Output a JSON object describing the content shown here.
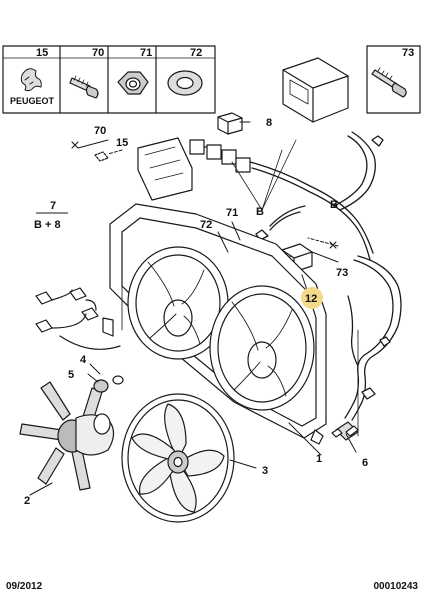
{
  "header_table": {
    "col_numbers": [
      "15",
      "70",
      "71",
      "72"
    ],
    "brand": "PEUGEOT",
    "box_73": "73"
  },
  "callouts": {
    "c1": "1",
    "c2": "2",
    "c3": "3",
    "c4": "4",
    "c5": "5",
    "c6": "6",
    "c7": "7",
    "c7_sub": "B + 8",
    "c8": "8",
    "c12": "12",
    "c15": "15",
    "c70": "70",
    "c71": "71",
    "c72": "72",
    "c73": "73",
    "b_left": "B",
    "b_right": "B"
  },
  "colors": {
    "highlight": "#f3d98b",
    "line": "#1a1a1a"
  },
  "footer": {
    "date": "09/2012",
    "ref": "00010243"
  }
}
